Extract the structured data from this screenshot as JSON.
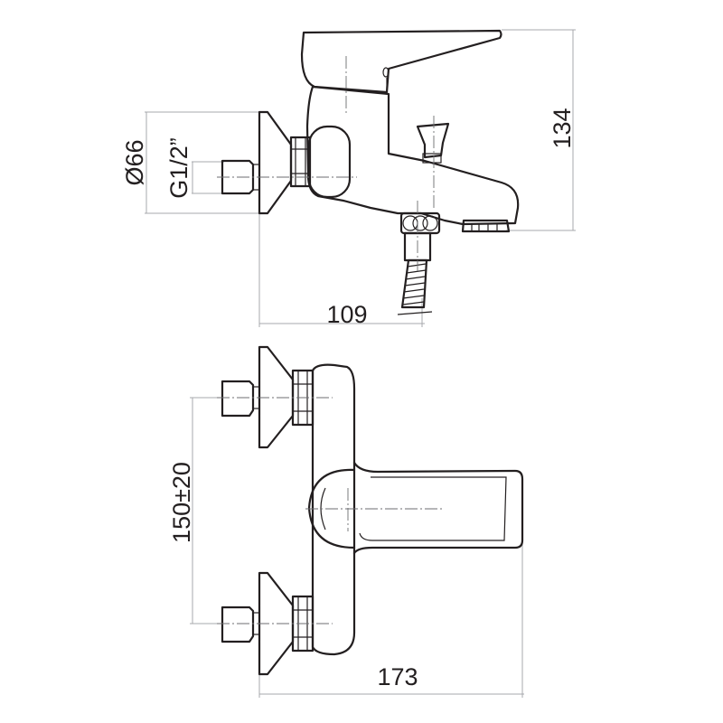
{
  "dimensions": {
    "flange_diameter": "Ø66",
    "thread": "G1/2”",
    "height": "134",
    "projection": "109",
    "center_distance": "150±20",
    "overall_width": "173"
  }
}
